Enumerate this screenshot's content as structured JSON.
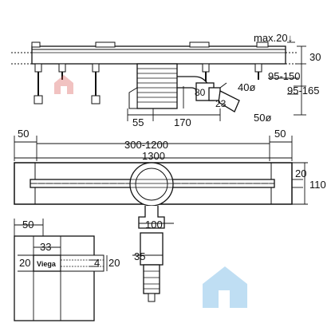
{
  "colors": {
    "line": "#111111",
    "watermark_red": "#d9534f",
    "watermark_blue": "#4aa3df",
    "background": "#ffffff"
  },
  "icons": [
    "house-watermark-icon"
  ],
  "side_view": {
    "max_label": "max.20↓",
    "dim_30": "30",
    "dim_95_150": "95-150",
    "dim_95_165": "95-165",
    "dim_80": "80",
    "dim_40": "40ø",
    "dim_23": "23",
    "dim_50_dia": "50ø",
    "dim_55": "55",
    "dim_170": "170"
  },
  "top_view": {
    "dim_50_left": "50",
    "dim_50_right": "50",
    "dim_300_1200": "300-1200",
    "dim_1300": "1300",
    "dim_20": "20",
    "dim_110": "110",
    "dim_100": "100"
  },
  "detail_view": {
    "dim_50": "50",
    "dim_33": "33",
    "dim_20_left": "20",
    "brand": "Viega",
    "dim_4": "4",
    "dim_20_right": "20",
    "dim_35": "35"
  }
}
